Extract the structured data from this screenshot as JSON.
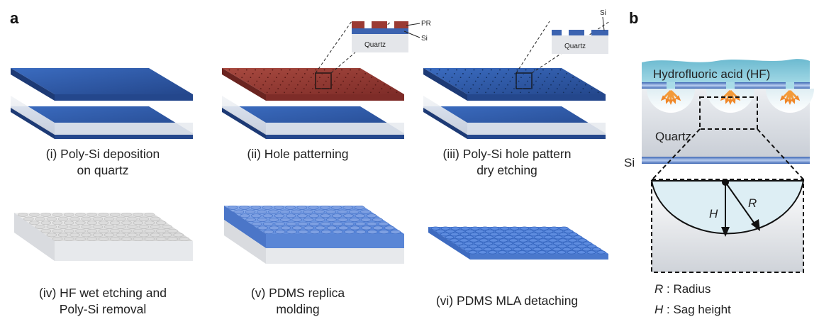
{
  "panel_labels": {
    "a": "a",
    "b": "b"
  },
  "steps": [
    {
      "line1": "(i) Poly-Si deposition",
      "line2": "on quartz"
    },
    {
      "line1": "(ii) Hole patterning",
      "line2": ""
    },
    {
      "line1": "(iii) Poly-Si hole pattern",
      "line2": "dry etching"
    },
    {
      "line1": "(iv) HF wet etching and",
      "line2": "Poly-Si removal"
    },
    {
      "line1": "(v) PDMS replica",
      "line2": "molding"
    },
    {
      "line1": "(vi) PDMS MLA detaching",
      "line2": ""
    }
  ],
  "inset_ii": {
    "pr": "PR",
    "si": "Si",
    "quartz": "Quartz"
  },
  "inset_iii": {
    "si": "Si",
    "quartz": "Quartz"
  },
  "panel_b": {
    "hf": "Hydrofluoric acid (HF)",
    "quartz": "Quartz",
    "si": "Si",
    "H": "H",
    "R": "R",
    "legend_r_sym": "R",
    "legend_r_text": " : Radius",
    "legend_h_sym": "H",
    "legend_h_text": " : Sag height"
  },
  "colors": {
    "poly_si": "#2f5aa8",
    "photoresist": "#9b3a33",
    "quartz": "#e4e8ee",
    "pdms": "#5b87d8",
    "hf": "#7fc4d6"
  }
}
